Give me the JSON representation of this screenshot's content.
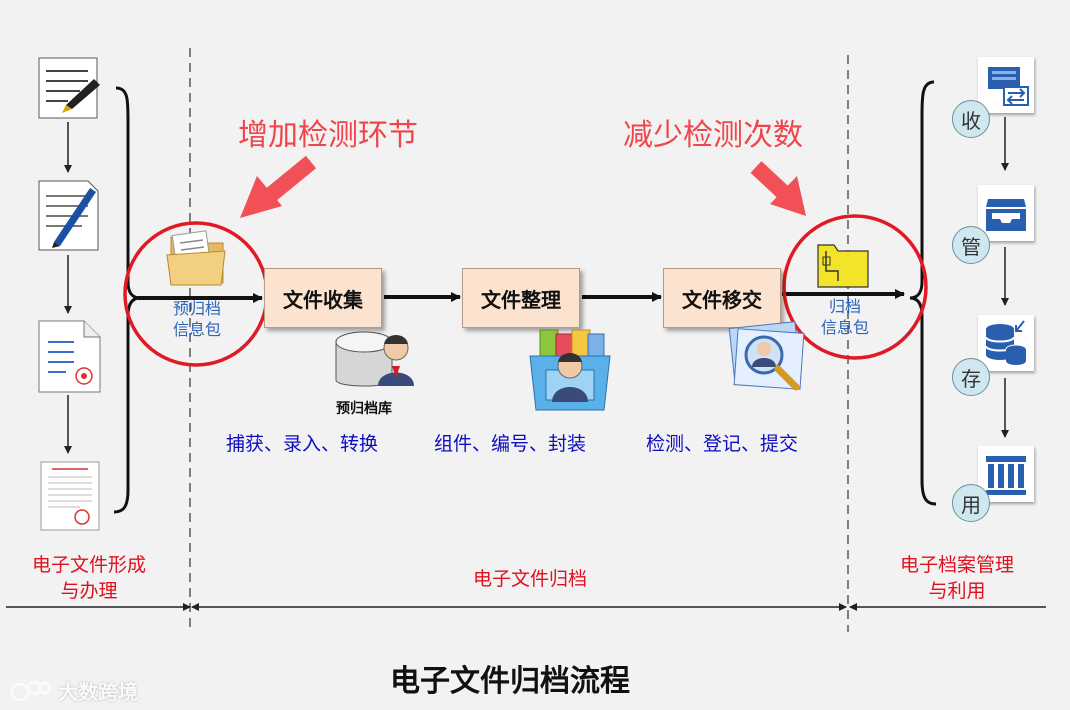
{
  "annotations": {
    "add_detection": "增加检测环节",
    "reduce_detection": "减少检测次数"
  },
  "process_boxes": [
    "文件收集",
    "文件整理",
    "文件移交"
  ],
  "steps": [
    "捕获、录入、转换",
    "组件、编号、封装",
    "检测、登记、提交"
  ],
  "pre_archive_db": "预归档库",
  "pre_archive_package": [
    "预归档",
    "信息包"
  ],
  "archive_package": [
    "归档",
    "信息包"
  ],
  "management_stages": [
    "收",
    "管",
    "存",
    "用"
  ],
  "phases": {
    "formation": [
      "电子文件形成",
      "与办理"
    ],
    "archiving": "电子文件归档",
    "management": [
      "电子档案管理",
      "与利用"
    ]
  },
  "title": "电子文件归档流程",
  "watermark": "大数跨境",
  "colors": {
    "highlight_red": "#e01a24",
    "annotation_red": "#f0464b",
    "step_blue": "#0d0dbf",
    "box_fill": "#fbe3cf"
  }
}
